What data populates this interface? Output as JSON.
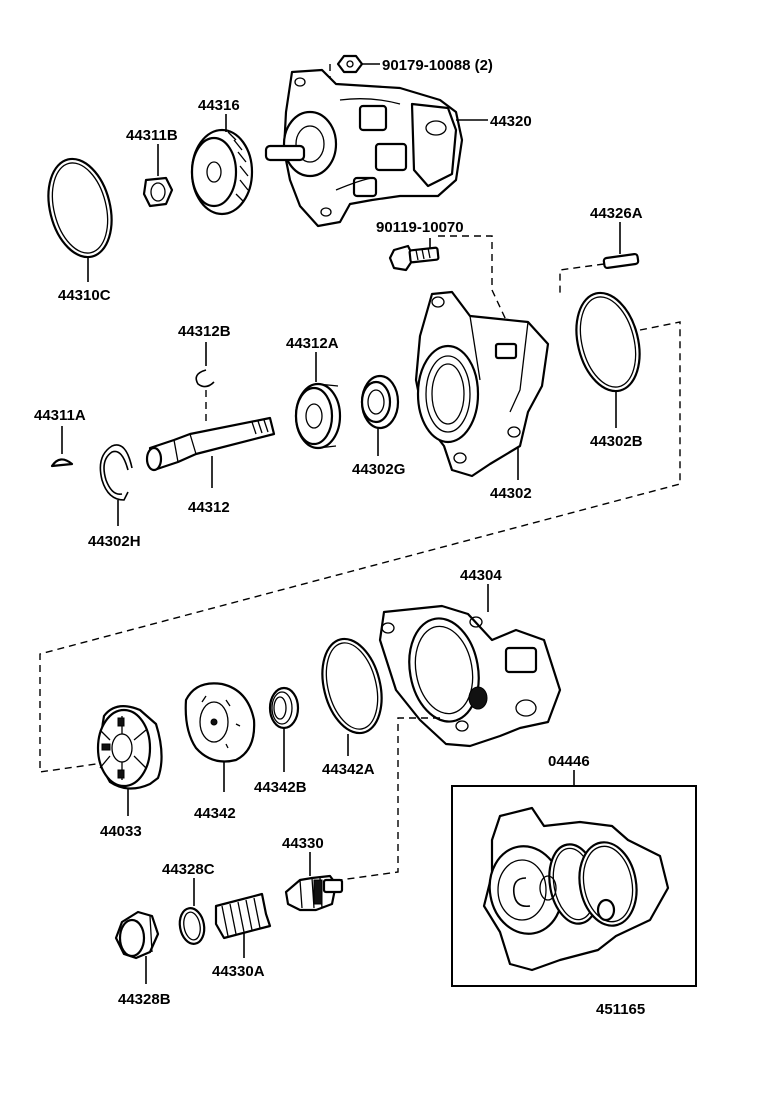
{
  "labels": {
    "p90179": "90179-10088 (2)",
    "p44320": "44320",
    "p44316": "44316",
    "p44311B": "44311B",
    "p44310C": "44310C",
    "p90119": "90119-10070",
    "p44326A": "44326A",
    "p44312B": "44312B",
    "p44312A": "44312A",
    "p44311A": "44311A",
    "p44302G": "44302G",
    "p44302B": "44302B",
    "p44312": "44312",
    "p44302": "44302",
    "p44302H": "44302H",
    "p44304": "44304",
    "p44342A": "44342A",
    "p44342B": "44342B",
    "p44342": "44342",
    "p44033": "44033",
    "p04446": "04446",
    "p44330": "44330",
    "p44328C": "44328C",
    "p44330A": "44330A",
    "p44328B": "44328B",
    "drawing_no": "451165"
  }
}
